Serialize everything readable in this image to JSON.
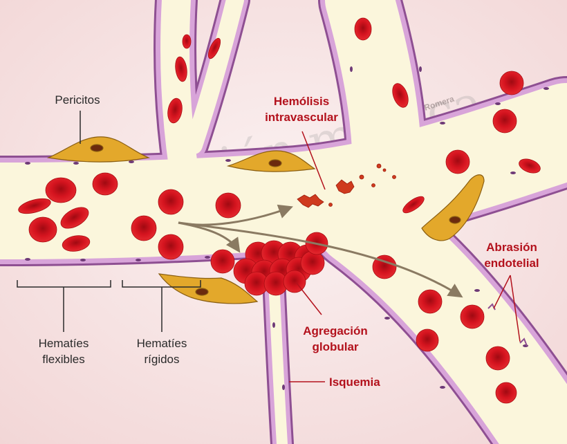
{
  "labels": {
    "pericitos": "Pericitos",
    "hemolisis_1": "Hemólisis",
    "hemolisis_2": "intravascular",
    "abrasion_1": "Abrasión",
    "abrasion_2": "endotelial",
    "agregacion_1": "Agregación",
    "agregacion_2": "globular",
    "isquemia": "Isquemia",
    "flexibles_1": "Hematíes",
    "flexibles_2": "flexibles",
    "rigidos_1": "Hematíes",
    "rigidos_2": "rígidos"
  },
  "watermark": {
    "text": "Ilustración médica",
    "signature": "Romera"
  },
  "colors": {
    "background": "#f6e4e4",
    "vessel_lumen": "#fbf6dc",
    "endothelium": "#d8a4d9",
    "endothelium_outline": "#8e4f92",
    "pericyte": "#e3a82b",
    "red_cell": "#d0121c",
    "red_cell_center": "#a30a12",
    "label_red": "#b3111c",
    "label_dark": "#2a2a2a",
    "arrow": "#8a7a62"
  }
}
